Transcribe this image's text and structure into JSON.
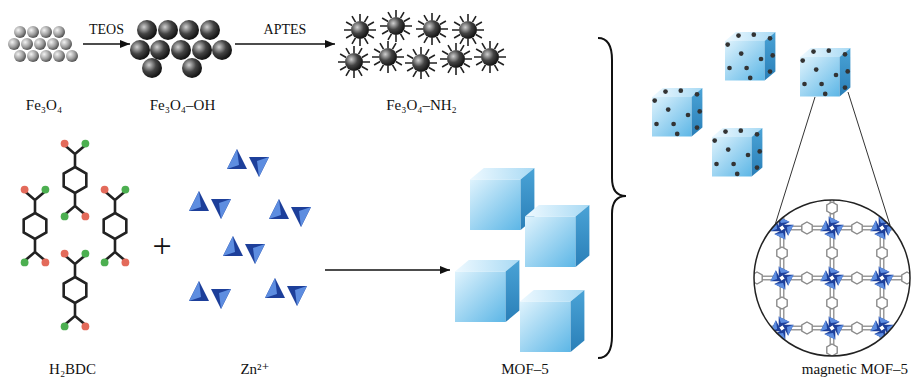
{
  "diagram": {
    "nodes": [
      {
        "text": [
          "Fe₃O₄"
        ]
      },
      {
        "text": [
          "Fe₃O₄–OH"
        ]
      },
      {
        "text": [
          "Fe₃O₄–NH₂"
        ]
      },
      {
        "text": [
          "H₂BDC"
        ]
      },
      {
        "text": [
          "Zn²⁺"
        ]
      },
      {
        "text": [
          "MOF–5"
        ]
      },
      {
        "text": [
          "magnetic MOF–5"
        ]
      }
    ],
    "edges": [
      {
        "from": 0,
        "to": 1,
        "arrow": "to",
        "label": "TEOS"
      },
      {
        "from": 1,
        "to": 2,
        "arrow": "to",
        "label": "APTES"
      },
      {
        "from": 4,
        "to": 5,
        "arrow": "to"
      }
    ],
    "labels": [
      "+"
    ]
  }
}
